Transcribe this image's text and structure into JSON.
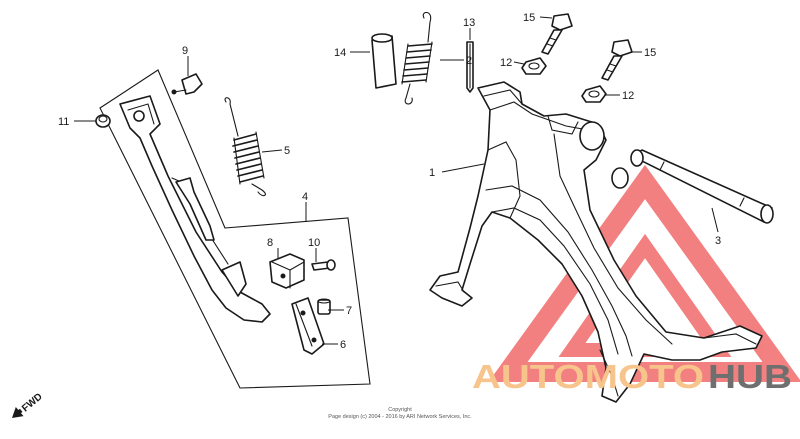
{
  "callouts": {
    "c1": "1",
    "c2": "2",
    "c3": "3",
    "c4": "4",
    "c5": "5",
    "c6": "6",
    "c7": "7",
    "c8": "8",
    "c9": "9",
    "c10": "10",
    "c11": "11",
    "c12a": "12",
    "c12b": "12",
    "c13": "13",
    "c14": "14",
    "c15a": "15",
    "c15b": "15"
  },
  "direction_label": "FWD",
  "footer": {
    "line1": "Copyright",
    "line2": "Page design (c) 2004 - 2016 by ARI Network Services, Inc."
  },
  "watermark": {
    "part1": "AUTOMOTO",
    "part2": "HUB",
    "colors": {
      "triangle": "#ef4c4c",
      "text_orange": "#f7b96e",
      "text_gray": "#6f6f6f"
    }
  }
}
